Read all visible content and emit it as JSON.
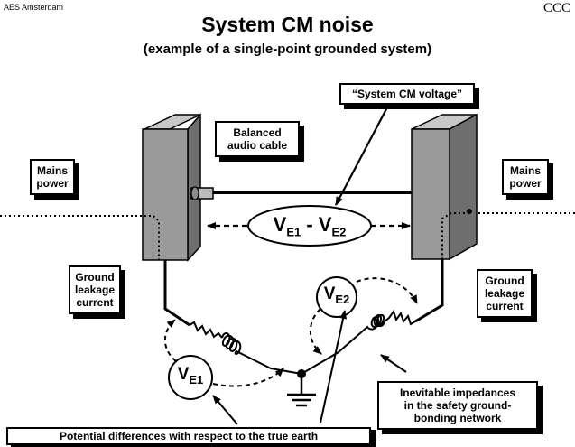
{
  "header": {
    "corner_left": "AES Amsterdam",
    "corner_right": "CCC",
    "title": "System CM noise",
    "subtitle": "(example of a single-point grounded system)"
  },
  "callouts": {
    "system_cm_voltage": "“System CM voltage”",
    "balanced_audio_cable": "Balanced\naudio cable",
    "mains_power_left": "Mains\npower",
    "mains_power_right": "Mains\npower",
    "ground_leakage_left": "Ground\nleakage\ncurrent",
    "ground_leakage_right": "Ground\nleakage\ncurrent",
    "impedances": "Inevitable impedances\nin the safety ground-\nbonding network",
    "potential_differences": "Potential differences with respect to the true earth"
  },
  "voltages": {
    "center_main": "V",
    "center_sub1": "E1",
    "center_dash": " - ",
    "center_main2": "V",
    "center_sub2": "E2",
    "ve1_main": "V",
    "ve1_sub": "E1",
    "ve2_main": "V",
    "ve2_sub": "E2"
  },
  "colors": {
    "box_front": "#9a9a9a",
    "box_side": "#6e6e6e",
    "box_top": "#c8c8c8"
  }
}
